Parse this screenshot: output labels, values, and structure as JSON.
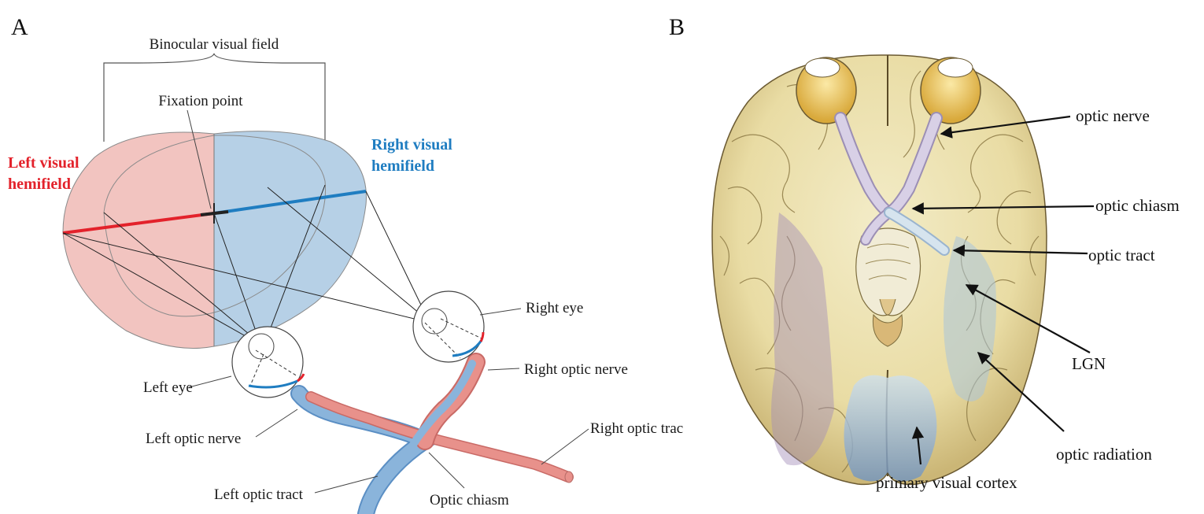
{
  "panel_a": {
    "letter": "A",
    "binocular": "Binocular visual field",
    "fixation": "Fixation point",
    "left_field_1": "Left visual",
    "left_field_2": "hemifield",
    "right_field_1": "Right visual",
    "right_field_2": "hemifield",
    "right_eye": "Right eye",
    "left_eye": "Left eye",
    "right_optic_nerve": "Right optic nerve",
    "left_optic_nerve": "Left optic nerve",
    "right_optic_tract": "Right optic trac",
    "left_optic_tract": "Left optic tract",
    "optic_chiasm": "Optic chiasm"
  },
  "panel_b": {
    "letter": "B",
    "optic_nerve": "optic nerve",
    "optic_chiasm": "optic chiasm",
    "optic_tract": "optic tract",
    "lgn": "LGN",
    "optic_radiation": "optic radiation",
    "primary_visual_cortex": "primary visual cortex"
  },
  "colors": {
    "left_field": "#f2c4c0",
    "right_field": "#b6d0e6",
    "left_accent": "#e3222b",
    "right_accent": "#1f7dc1",
    "nerve_blue": "#6a9fcf",
    "nerve_red": "#e8918b"
  }
}
